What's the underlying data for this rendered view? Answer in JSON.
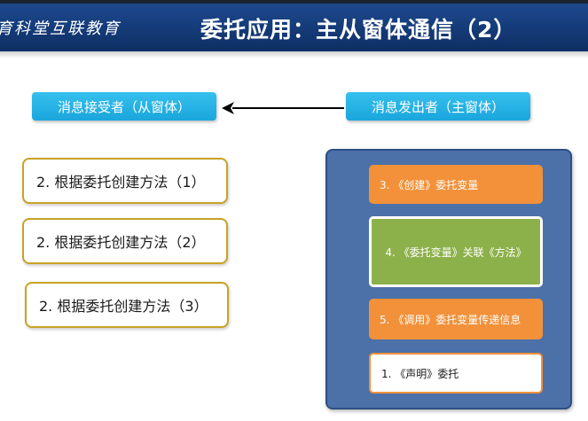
{
  "header": {
    "brand": "传智播客 · 博学谷 · 育科堂互联教育",
    "brand_visible": "育科堂互联教育",
    "title": "委托应用：主从窗体通信（2）"
  },
  "receiver_label": "消息接受者（从窗体）",
  "sender_label": "消息发出者（主窗体）",
  "methods": [
    "2. 根据委托创建方法（1）",
    "2. 根据委托创建方法（2）",
    "2. 根据委托创建方法（3）"
  ],
  "steps": {
    "create": "3. 《创建》委托变量",
    "associate": "4. 《委托变量》关联《方法》",
    "invoke": "5. 《调用》委托变量传递信息",
    "declare": "1. 《声明》委托"
  },
  "colors": {
    "header": "#143a77",
    "pill": "#1aa6dc",
    "method_border": "#c9a227",
    "panel": "#4b71a8",
    "orange": "#f2913a",
    "green": "#8db14a"
  }
}
